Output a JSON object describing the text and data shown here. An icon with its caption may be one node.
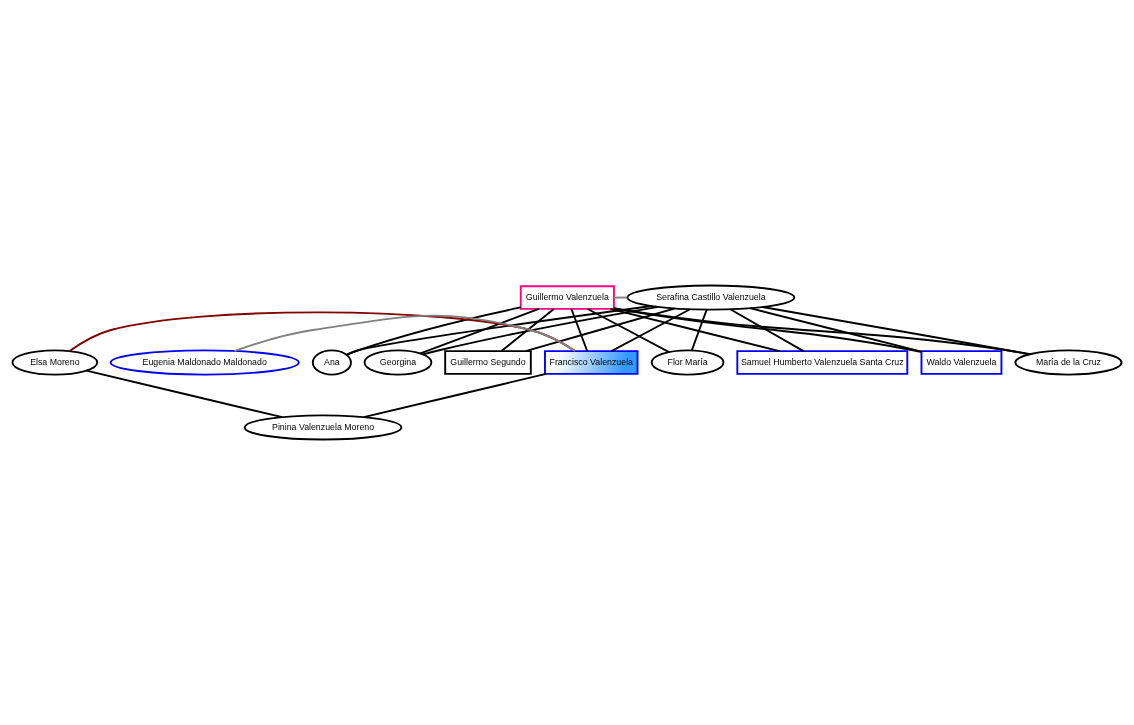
{
  "diagram": {
    "nodes": [
      {
        "text": [
          "Guillermo Valenzuela"
        ]
      },
      {
        "text": [
          "Serafina Castillo Valenzuela"
        ]
      },
      {
        "text": [
          "Elsa Moreno"
        ]
      },
      {
        "text": [
          "Eugenia Maldonado Maldonado"
        ]
      },
      {
        "text": [
          "Francisco Valenzuela"
        ]
      },
      {
        "text": [
          "Flor María"
        ]
      },
      {
        "text": [
          "Samuel Humberto Valenzuela Santa Cruz"
        ]
      },
      {
        "text": [
          "Waldo Valenzuela"
        ]
      },
      {
        "text": [
          "María de la Cruz"
        ]
      },
      {
        "text": [
          "Ana"
        ]
      },
      {
        "text": [
          "Georgina"
        ]
      },
      {
        "text": [
          "Guillermo Segundo"
        ]
      },
      {
        "text": [
          "Pinina Valenzuela Moreno"
        ]
      }
    ],
    "edges": [
      {
        "from": 0,
        "to": 1,
        "arrow": "none",
        "color": "#808080"
      },
      {
        "from": 0,
        "to": 4,
        "arrow": "none"
      },
      {
        "from": 1,
        "to": 4,
        "arrow": "none"
      },
      {
        "from": 0,
        "to": 5,
        "arrow": "none"
      },
      {
        "from": 1,
        "to": 5,
        "arrow": "none"
      },
      {
        "from": 0,
        "to": 6,
        "arrow": "none"
      },
      {
        "from": 1,
        "to": 6,
        "arrow": "none"
      },
      {
        "from": 0,
        "to": 7,
        "arrow": "none"
      },
      {
        "from": 1,
        "to": 7,
        "arrow": "none"
      },
      {
        "from": 0,
        "to": 8,
        "arrow": "none"
      },
      {
        "from": 1,
        "to": 8,
        "arrow": "none"
      },
      {
        "from": 0,
        "to": 9,
        "arrow": "none"
      },
      {
        "from": 1,
        "to": 9,
        "arrow": "none"
      },
      {
        "from": 0,
        "to": 10,
        "arrow": "none"
      },
      {
        "from": 1,
        "to": 10,
        "arrow": "none"
      },
      {
        "from": 0,
        "to": 11,
        "arrow": "none"
      },
      {
        "from": 1,
        "to": 11,
        "arrow": "none"
      },
      {
        "from": 3,
        "to": 4,
        "arrow": "none",
        "color": "#808080"
      },
      {
        "from": 2,
        "to": 4,
        "arrow": "none",
        "color": "#800000"
      },
      {
        "from": 2,
        "to": 12,
        "arrow": "none"
      },
      {
        "from": 4,
        "to": 12,
        "arrow": "none"
      }
    ]
  }
}
